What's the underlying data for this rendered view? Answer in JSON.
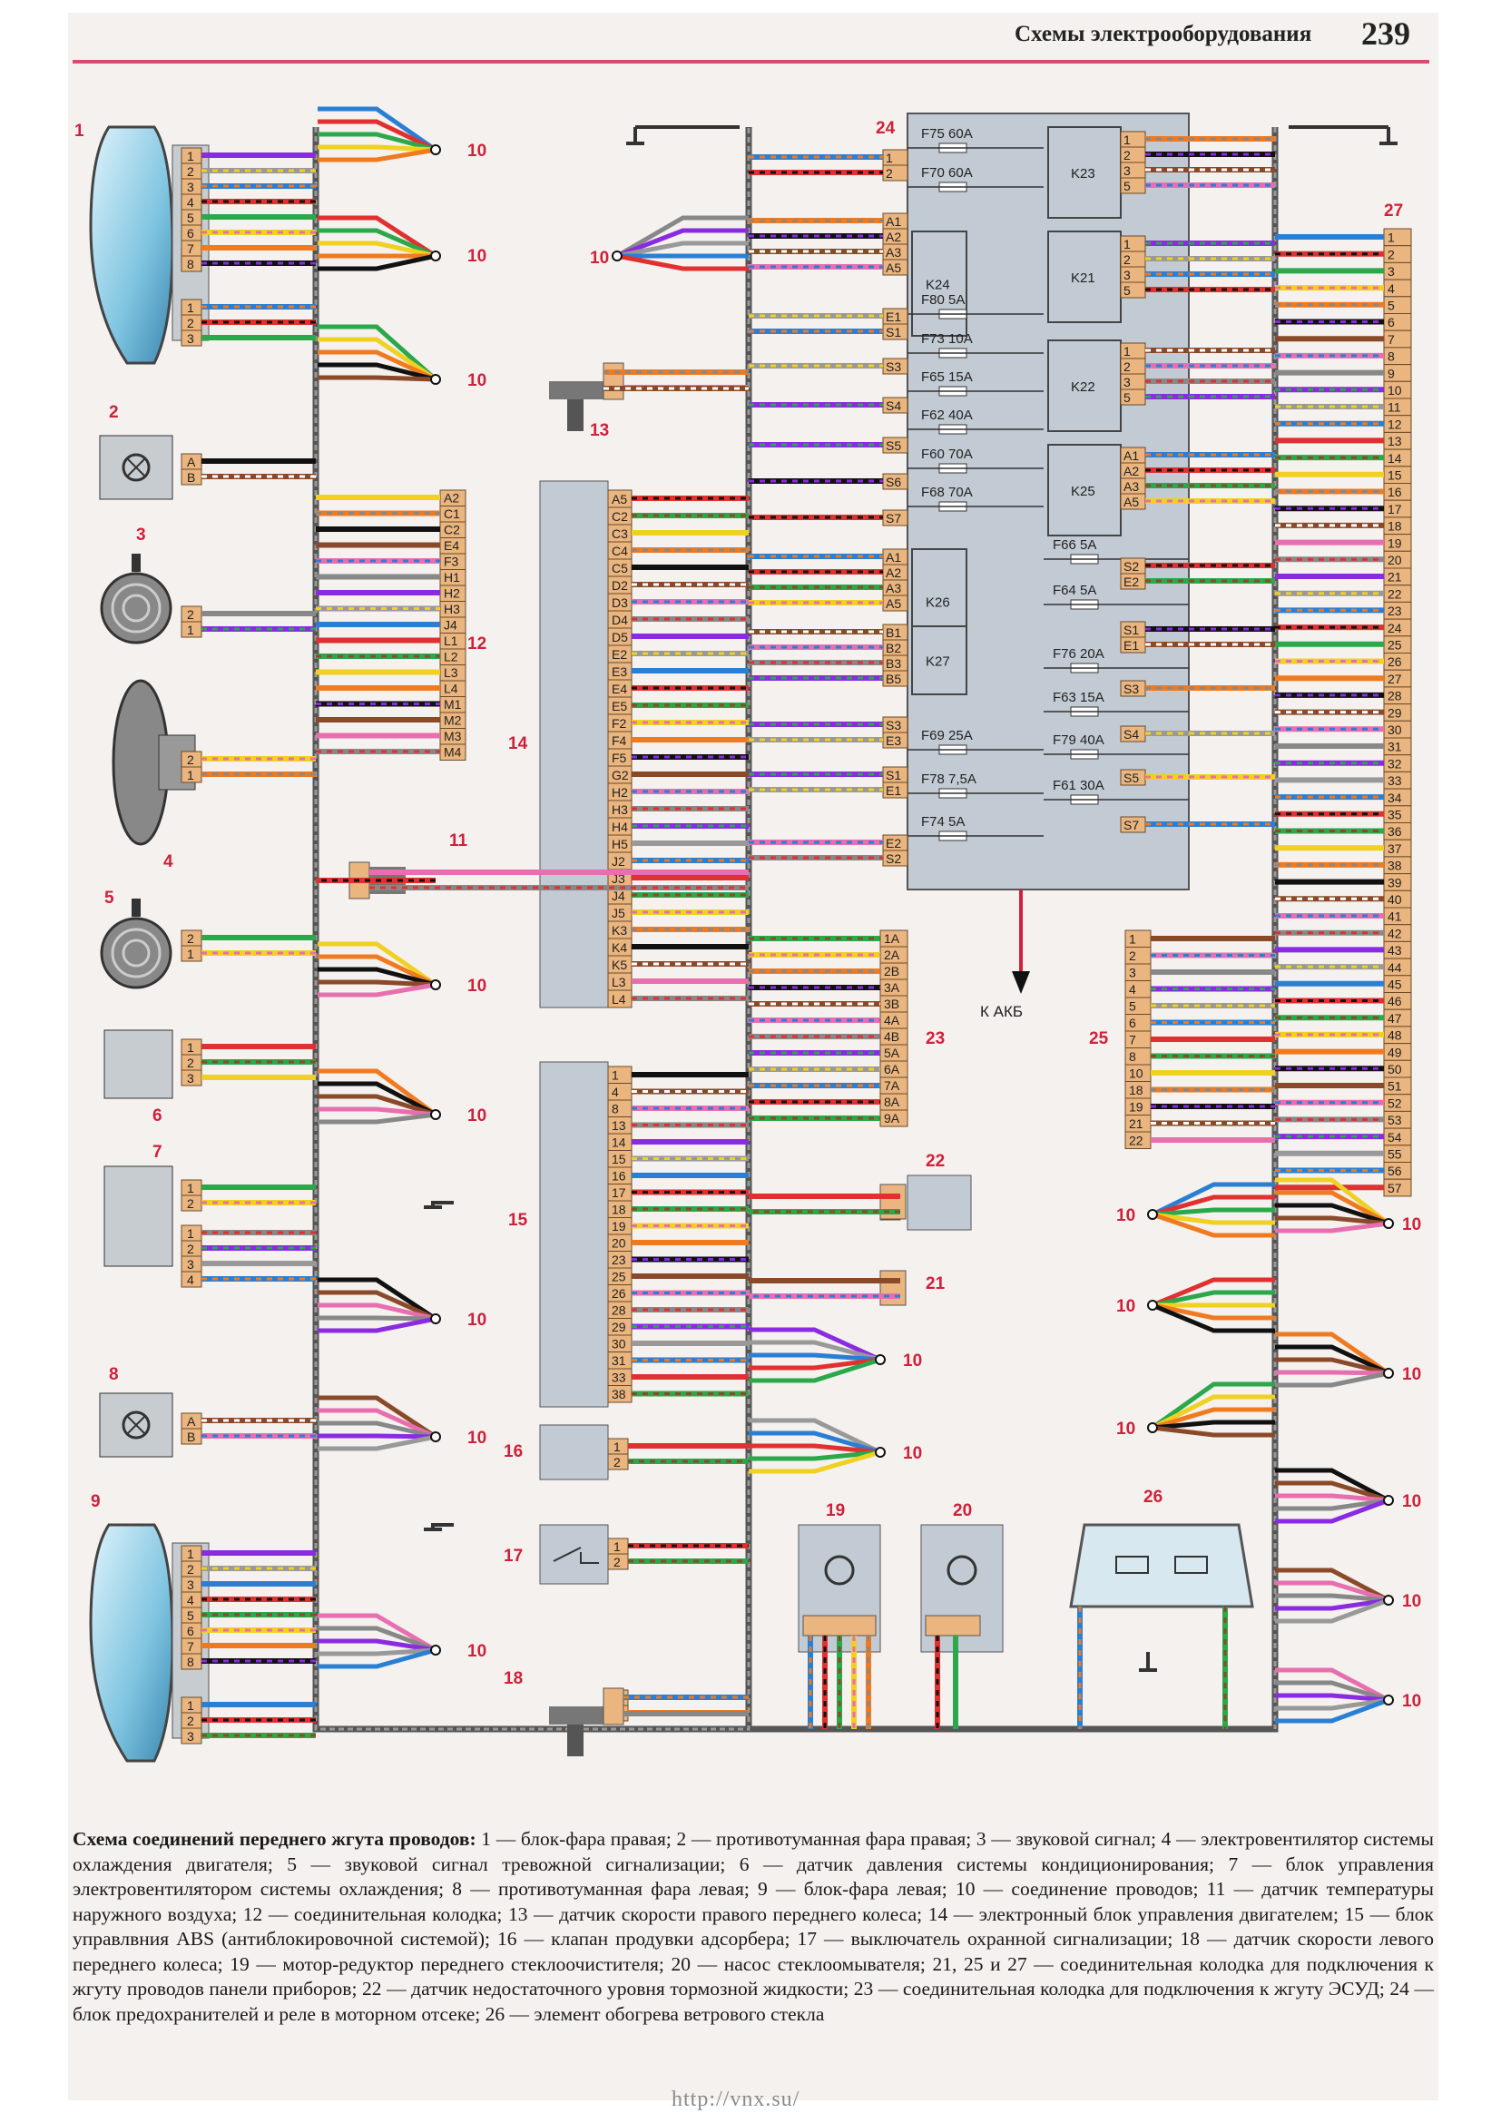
{
  "header": {
    "title": "Схемы электрооборудования",
    "page_number": "239"
  },
  "labels": {
    "c1": "1",
    "c2": "2",
    "c3": "3",
    "c4": "4",
    "c5": "5",
    "c6": "6",
    "c7": "7",
    "c8": "8",
    "c9": "9",
    "c10": "10",
    "c11": "11",
    "c12": "12",
    "c13": "13",
    "c14": "14",
    "c15": "15",
    "c16": "16",
    "c17": "17",
    "c18": "18",
    "c19": "19",
    "c20": "20",
    "c21": "21",
    "c22": "22",
    "c23": "23",
    "c24": "24",
    "c25": "25",
    "c26": "26",
    "c27": "27",
    "akb": "К АКБ"
  },
  "relays": [
    "K23",
    "K21",
    "K22",
    "K25",
    "K24",
    "K26",
    "K27"
  ],
  "fuses_left": [
    "F75 60A",
    "F70 60A",
    "F80 5A",
    "F73 10A",
    "F65 15A",
    "F62 40A",
    "F60 70A",
    "F68 70A",
    "F69 25A",
    "F78 7,5A",
    "F74 5A"
  ],
  "fuses_right": [
    "F66 5A",
    "F64 5A",
    "F76 20A",
    "F63 15A",
    "F79 40A",
    "F61 30A"
  ],
  "conn12_pins": [
    "A2",
    "C1",
    "C2",
    "E4",
    "F3",
    "H1",
    "H2",
    "H3",
    "J4",
    "L1",
    "L2",
    "L3",
    "L4",
    "M1",
    "M2",
    "M3",
    "M4"
  ],
  "conn14_pins": [
    "A5",
    "C2",
    "C3",
    "C4",
    "C5",
    "D2",
    "D3",
    "D4",
    "D5",
    "E2",
    "E3",
    "E4",
    "E5",
    "F2",
    "F4",
    "F5",
    "G2",
    "H2",
    "H3",
    "H4",
    "H5",
    "J2",
    "J3",
    "J4",
    "J5",
    "K3",
    "K4",
    "K5",
    "L3",
    "L4"
  ],
  "conn15_pins": [
    "1",
    "4",
    "8",
    "13",
    "14",
    "15",
    "16",
    "17",
    "18",
    "19",
    "20",
    "23",
    "25",
    "26",
    "28",
    "29",
    "30",
    "31",
    "33",
    "38"
  ],
  "conn23_pins": [
    "1A",
    "2A",
    "2B",
    "3A",
    "3B",
    "4A",
    "4B",
    "5A",
    "6A",
    "7A",
    "8A",
    "9A"
  ],
  "conn25_pins": [
    "1",
    "2",
    "3",
    "4",
    "5",
    "6",
    "7",
    "8",
    "10",
    "18",
    "19",
    "21",
    "22"
  ],
  "conn27_pins": [
    "1",
    "2",
    "3",
    "4",
    "5",
    "6",
    "7",
    "8",
    "9",
    "10",
    "11",
    "12",
    "13",
    "14",
    "15",
    "16",
    "17",
    "18",
    "19",
    "20",
    "21",
    "22",
    "23",
    "24",
    "25",
    "26",
    "27",
    "28",
    "29",
    "30",
    "31",
    "32",
    "33",
    "34",
    "35",
    "36",
    "37",
    "38",
    "39",
    "40",
    "41",
    "42",
    "43",
    "44",
    "45",
    "46",
    "47",
    "48",
    "49",
    "50",
    "51",
    "52",
    "53",
    "54",
    "55",
    "56",
    "57"
  ],
  "caption": {
    "title": "Схема соединений переднего жгута проводов:",
    "text": " 1 — блок-фара правая; 2 — противотуманная фара правая; 3 — звуковой сигнал; 4 — электровентилятор системы охлаждения двигателя; 5 — звуковой сигнал тревожной сигнализации; 6 — датчик давления системы кондиционирования; 7 — блок управления электровентилятором системы охлаждения; 8 — противотуманная фара левая; 9 — блок-фара левая; 10 — соединение проводов; 11 — датчик температуры наружного воздуха; 12 — соединительная колодка; 13 — датчик скорости правого переднего колеса; 14 — электронный блок управления двигателем; 15 — блок управлвния ABS (антиблокировочной системой); 16 — клапан продувки адсорбера; 17 — выключатель охранной сигнализации; 18 — датчик скорости левого переднего колеса; 19 — мотор-редуктор переднего стеклоочистителя; 20 — насос стеклоомывателя; 21, 25 и 27 — соединительная колодка для подключения к жгуту проводов панели приборов; 22 — датчик недостаточного уровня тормозной жидкости; 23 — соединительная колодка для подключения к жгуту ЭСУД; 24 — блок предохранителей и реле в моторном отсеке; 26 — элемент обогрева ветрового стекла"
  },
  "footer": "http://vnx.su/",
  "colors": {
    "accent": "#d84a6e",
    "label_red": "#d0203a",
    "pin_box": "#eab57e",
    "block_fill": "#c2cbd3"
  }
}
